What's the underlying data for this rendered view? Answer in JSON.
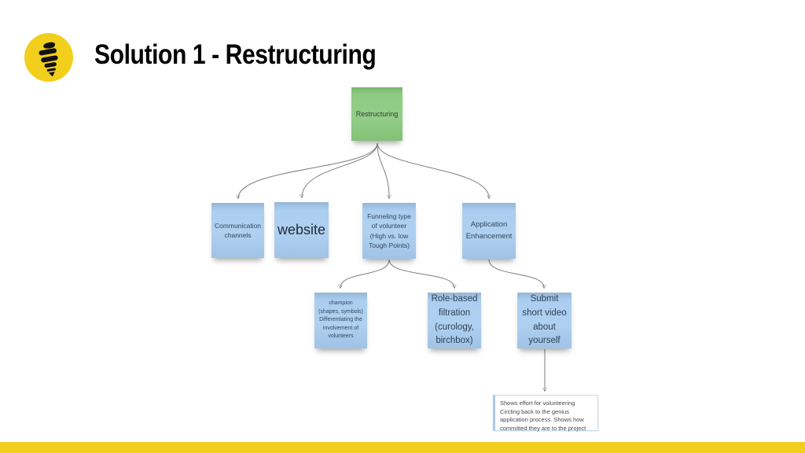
{
  "slide": {
    "title": "Solution 1 - Restructuring",
    "icon": "cfl-lightbulb-icon",
    "accent_yellow": "#F2CF1D"
  },
  "palette": {
    "note_green": "#87C97B",
    "note_blue": "#A6CBEF",
    "connector_gray": "#7E7E7E"
  },
  "diagram": {
    "root": {
      "text": "Restructuring"
    },
    "level1": [
      {
        "text": "Communication\nchannels"
      },
      {
        "text": "website"
      },
      {
        "text": "Funneling type\nof volunteer\n(High vs. low\nTough Points)"
      },
      {
        "text": "Application\nEnhancement"
      }
    ],
    "level2": [
      {
        "text": "champion\n(shapes, symbols)\nDifferentiating the\ninvolvement of\nvolunteers"
      },
      {
        "text": "Role-based\nfiltration\n(curology,\nbirchbox)"
      },
      {
        "text": "Submit\nshort video\nabout\nyourself"
      }
    ],
    "annotation": {
      "text": "Shows effort for volunteering\nCircling back to the genius application process. Shows how committed they are to the project"
    }
  }
}
